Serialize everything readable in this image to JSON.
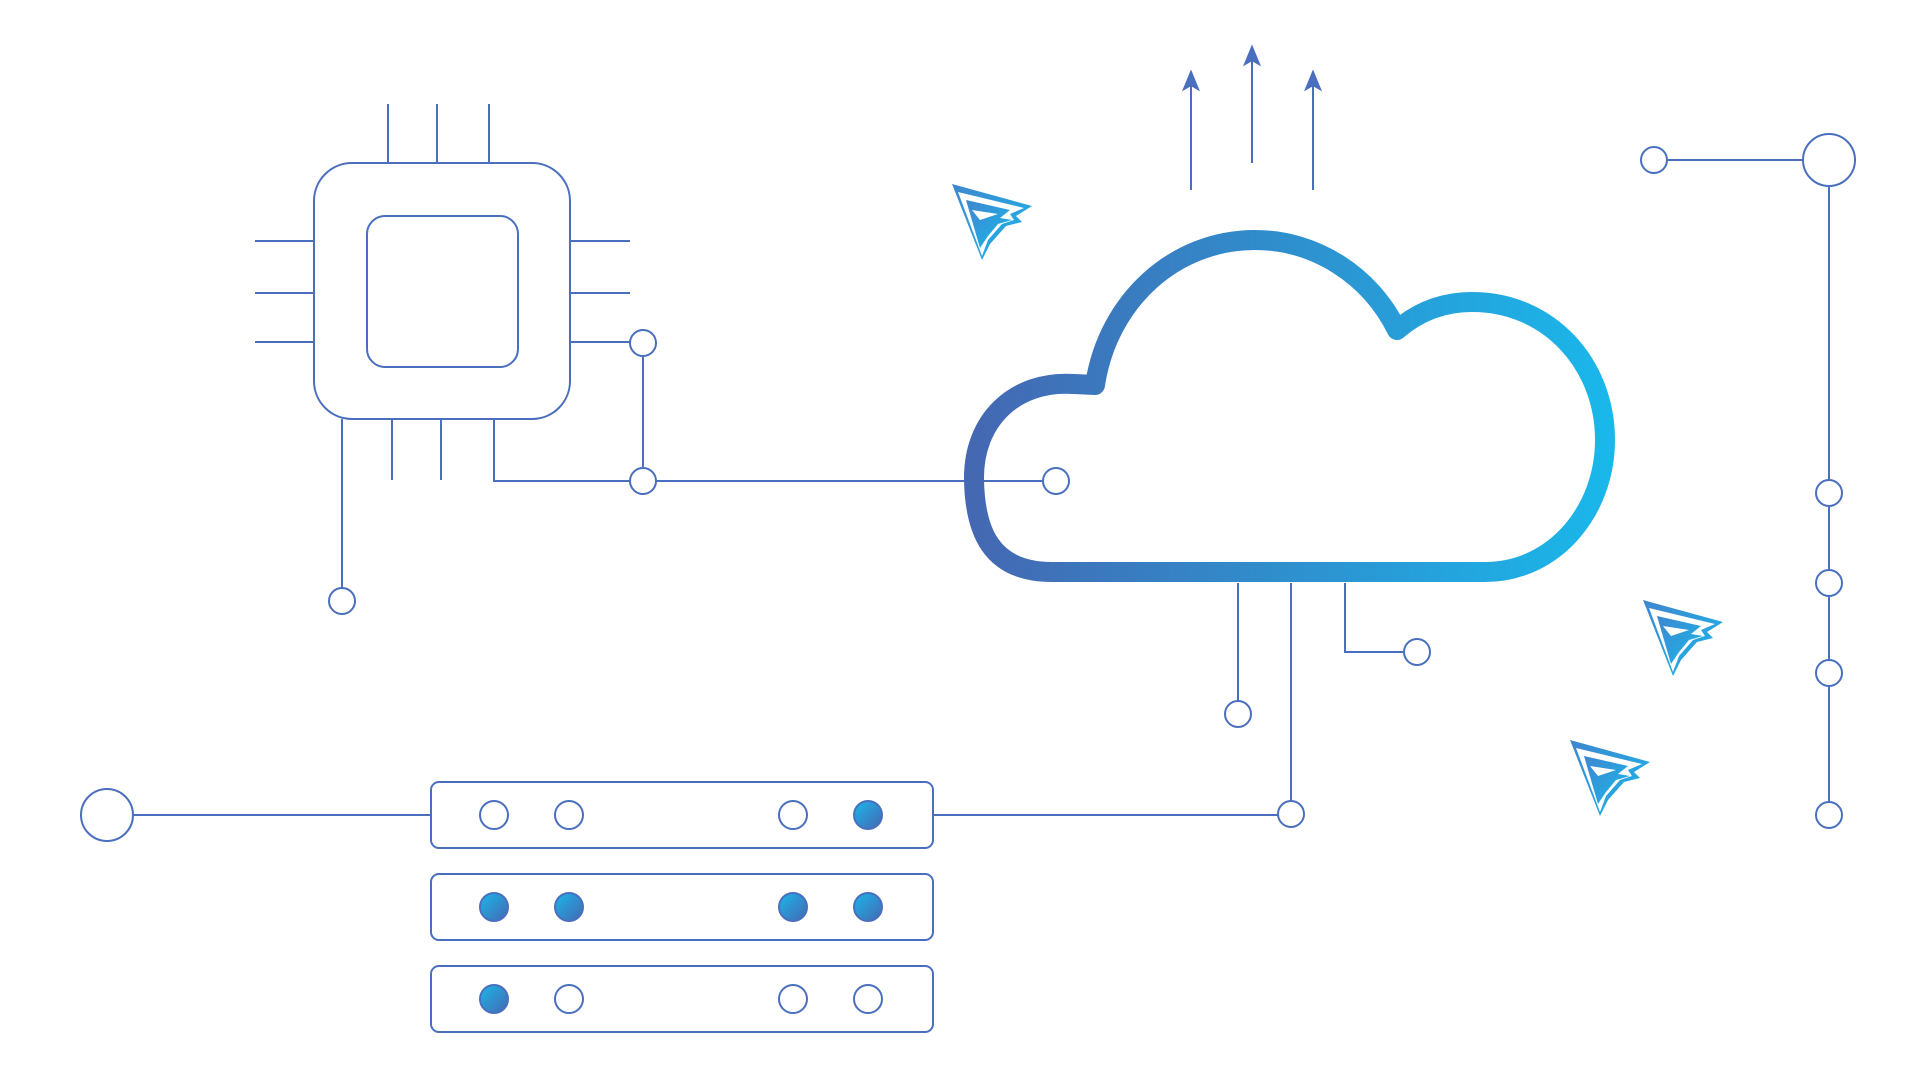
{
  "colors": {
    "line": "#4a6fbe",
    "gradient_start": "#4468b2",
    "gradient_end": "#1ab7ea",
    "background": "#ffffff"
  },
  "icons": [
    "microchip-icon",
    "cloud-icon",
    "server-rack-icon",
    "upload-arrows-icon",
    "paper-plane-icon",
    "paper-plane-icon",
    "paper-plane-icon"
  ],
  "server": {
    "units": [
      {
        "leds": [
          false,
          false,
          false,
          true
        ]
      },
      {
        "leds": [
          true,
          true,
          true,
          true
        ]
      },
      {
        "leds": [
          true,
          false,
          false,
          false
        ]
      }
    ]
  },
  "upload_arrows": 3,
  "paper_planes": 3,
  "right_bus_nodes": 5
}
